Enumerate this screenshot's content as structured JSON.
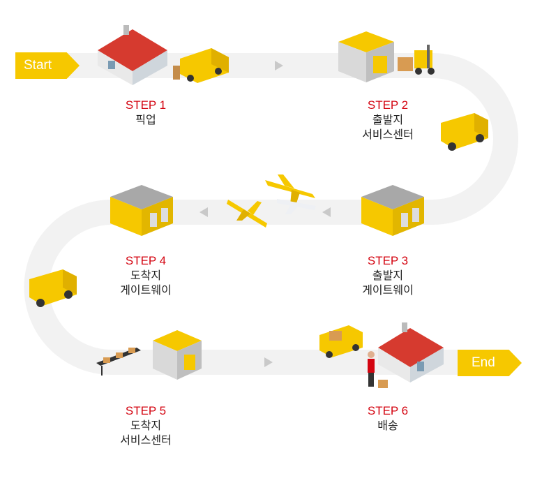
{
  "start_label": "Start",
  "end_label": "End",
  "steps": [
    {
      "num": "STEP 1",
      "line1": "픽업",
      "line2": ""
    },
    {
      "num": "STEP 2",
      "line1": "출발지",
      "line2": "서비스센터"
    },
    {
      "num": "STEP 3",
      "line1": "출발지",
      "line2": "게이트웨이"
    },
    {
      "num": "STEP 4",
      "line1": "도착지",
      "line2": "게이트웨이"
    },
    {
      "num": "STEP 5",
      "line1": "도착지",
      "line2": "서비스센터"
    },
    {
      "num": "STEP 6",
      "line1": "배송",
      "line2": ""
    }
  ],
  "colors": {
    "accent": "#d40511",
    "brand_yellow": "#f6c800",
    "track": "#f2f2f2",
    "arrow": "#c9c9c9"
  }
}
